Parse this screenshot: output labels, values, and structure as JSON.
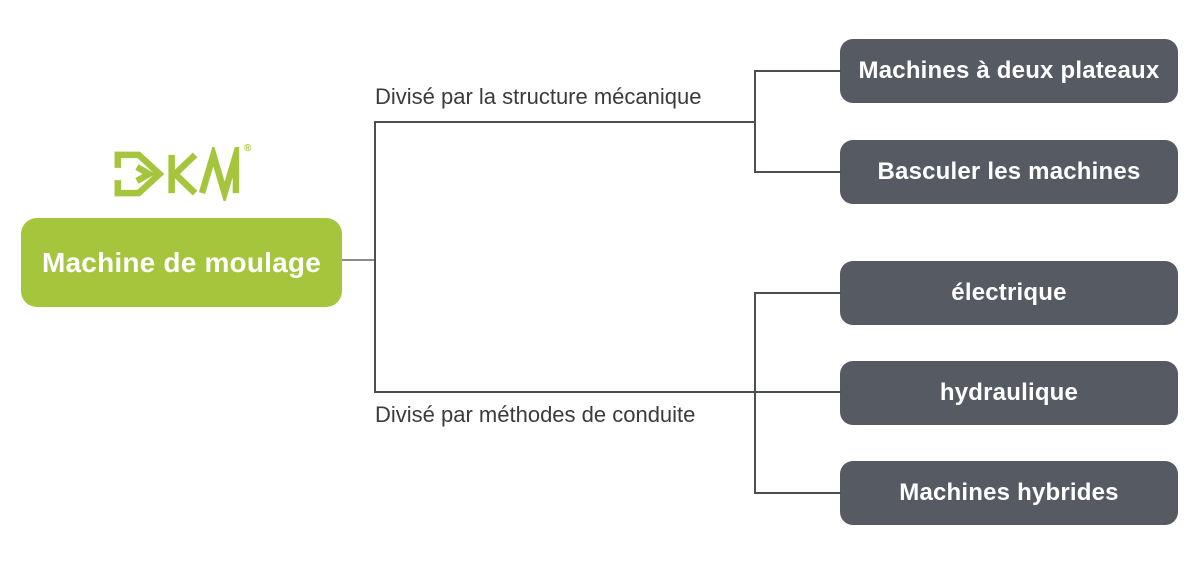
{
  "logo": {
    "text": "DKM",
    "trademark": "®",
    "color": "#a5c63c"
  },
  "root_node": {
    "label": "Machine de moulage"
  },
  "branches": [
    {
      "label": "Divisé par la structure mécanique",
      "children": [
        {
          "label": "Machines à deux plateaux"
        },
        {
          "label": "Basculer les machines"
        }
      ]
    },
    {
      "label": "Divisé par méthodes de conduite",
      "children": [
        {
          "label": "électrique"
        },
        {
          "label": "hydraulique"
        },
        {
          "label": "Machines hybrides"
        }
      ]
    }
  ],
  "colors": {
    "background": "#ffffff",
    "accent_green": "#a5c63c",
    "node_gray": "#565b63",
    "node_text": "#ffffff",
    "connector": "#4b4e53",
    "root_connector": "#8c8c8c",
    "label_text": "#3b3b3b"
  }
}
